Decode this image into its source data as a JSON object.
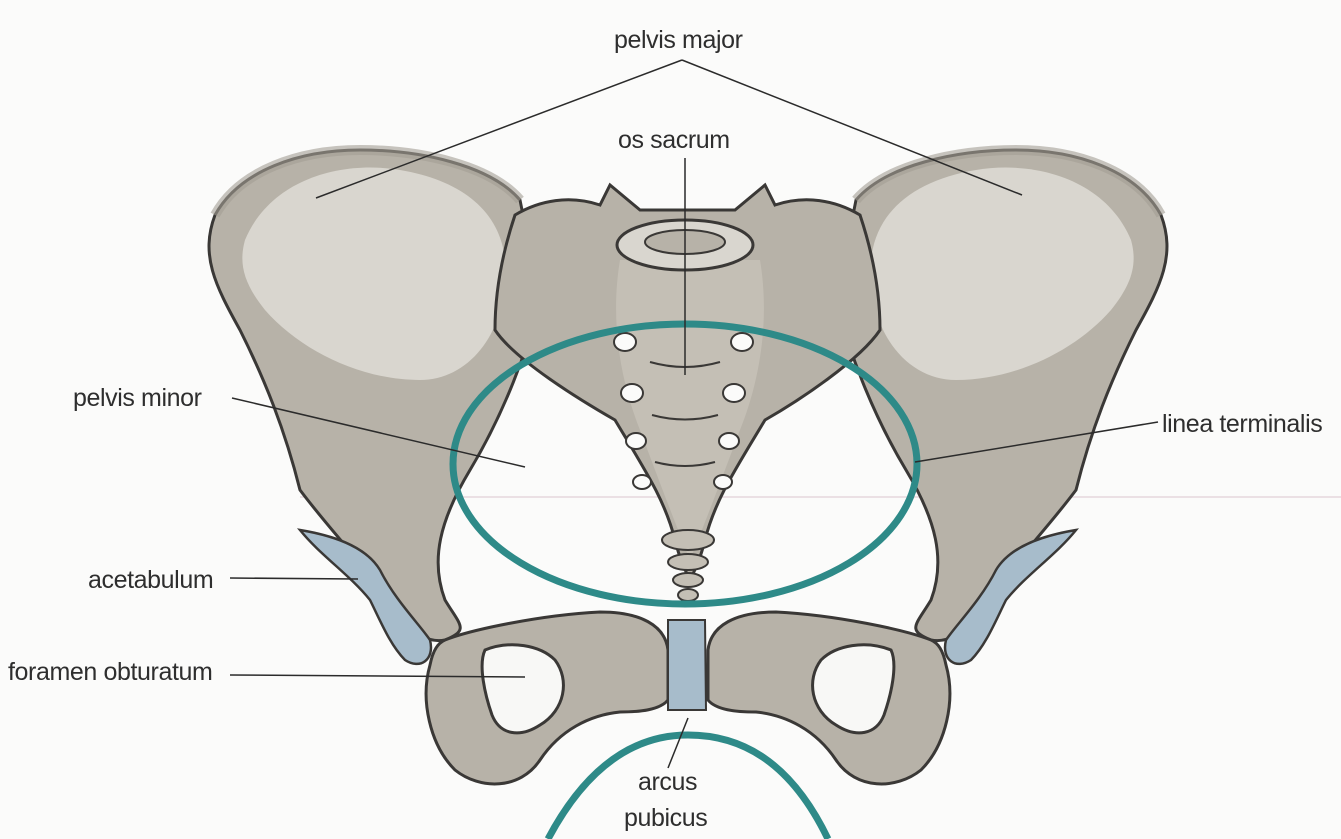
{
  "labels": {
    "pelvis_major": "pelvis major",
    "os_sacrum": "os sacrum",
    "pelvis_minor": "pelvis minor",
    "linea_terminalis": "linea terminalis",
    "acetabulum": "acetabulum",
    "foramen_obturatum": "foramen obturatum",
    "arcus_line1": "arcus",
    "arcus_line2": "pubicus"
  },
  "colors": {
    "bone_fill": "#b7b2a8",
    "bone_dark": "#a39e94",
    "bone_light": "#d9d6cf",
    "outline": "#3a3836",
    "cartilage": "#a7bccb",
    "teal_ring": "#2e8a88",
    "leader_line": "#2b2b2b",
    "background": "#fbfbfa"
  }
}
